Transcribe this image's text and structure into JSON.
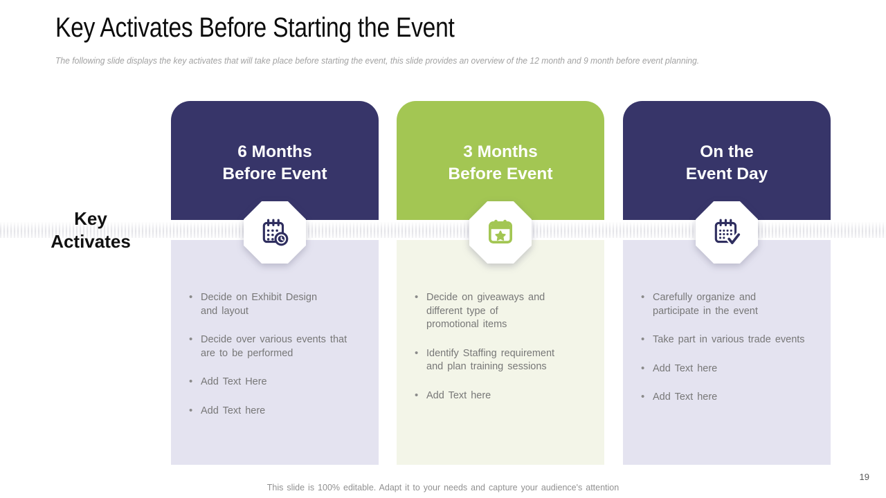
{
  "slide": {
    "title": "Key Activates Before Starting the Event",
    "subtitle": "The following slide displays the key activates that will take place before starting the event, this slide provides an overview of the 12 month and 9 month before event planning.",
    "side_label": "Key\nActivates",
    "footer": "This slide is 100% editable. Adapt it to your needs and capture your audience's attention",
    "page_number": "19"
  },
  "colors": {
    "navy_header": "#373569",
    "green_header": "#a3c653",
    "icon_navy": "#2f2e5f",
    "icon_green": "#a3c653",
    "lavender_panel": "#e4e3f0",
    "cream_panel": "#f3f5e8",
    "bullet_text": "#777777"
  },
  "columns": [
    {
      "title": "6 Months\nBefore Event",
      "theme": "navy",
      "icon": "calendar-clock-icon",
      "items": [
        "Decide on Exhibit Design\nand layout",
        "Decide over various events that\nare to be performed",
        "Add Text Here",
        "Add Text here"
      ]
    },
    {
      "title": "3 Months\nBefore Event",
      "theme": "green",
      "icon": "calendar-star-icon",
      "items": [
        "Decide on giveaways and\ndifferent type of\npromotional items",
        "Identify Staffing requirement\nand plan training sessions",
        "Add Text here"
      ]
    },
    {
      "title": "On the\nEvent Day",
      "theme": "navy",
      "icon": "calendar-check-icon",
      "items": [
        "Carefully organize and\nparticipate in the event",
        "Take part in various trade events",
        "Add Text here",
        "Add Text here"
      ]
    }
  ]
}
